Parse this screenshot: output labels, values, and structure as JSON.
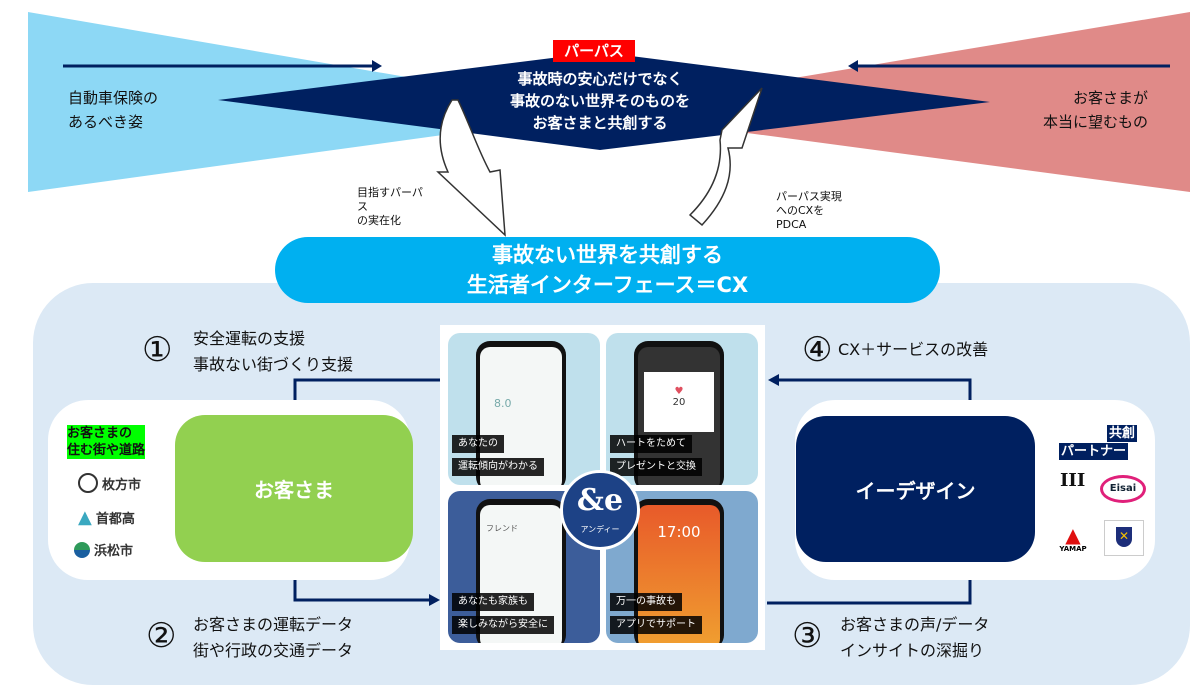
{
  "top": {
    "left_label": "自動車保険の\nあるべき姿",
    "right_label": "お客さまが\n本当に望むもの",
    "purpose_tag": "パーパス",
    "purpose_text": "事故時の安心だけでなく\n事故のない世界そのものを\nお客さまと共創する",
    "down_note": "目指すパーパ\nス\nの実在化",
    "up_note": "パーパス実現\nへのCXを\nPDCA",
    "pill_text": "事故ない世界を共創する\n生活者インターフェース＝CX"
  },
  "steps": [
    {
      "num": "①",
      "text": "安全運転の支援\n事故ない街づくり支援"
    },
    {
      "num": "②",
      "text": "お客さまの運転データ\n街や行政の交通データ"
    },
    {
      "num": "③",
      "text": "お客さまの声/データ\nインサイトの深掘り"
    },
    {
      "num": "④",
      "text": "CX＋サービスの改善"
    }
  ],
  "customer": {
    "label": "お客さま",
    "tag": "お客さまの\n住む街や道路",
    "logos": [
      "枚方市",
      "首都高",
      "浜松市"
    ]
  },
  "edesign": {
    "label": "イーデザイン",
    "tag_line1": "共創",
    "tag_line2": "パートナー",
    "logos": [
      "III",
      "Eisai",
      "YAMAP",
      "University"
    ]
  },
  "app": {
    "brand": "&e",
    "brand_sub": "アンディー",
    "panels": [
      {
        "cap1": "あなたの",
        "cap2": "運転傾向がわかる",
        "screen": "8.0"
      },
      {
        "cap1": "ハートをためて",
        "cap2": "プレゼントと交換",
        "screen": "20"
      },
      {
        "cap1": "あなたも家族も",
        "cap2": "楽しみながら安全に",
        "screen": "フレンド"
      },
      {
        "cap1": "万一の事故も",
        "cap2": "アプリでサポート",
        "screen": "17:00"
      }
    ]
  },
  "colors": {
    "navy": "#002060",
    "cyan": "#00b0f0",
    "green": "#92d050",
    "red": "#ff0000",
    "sky": "#8dd8f5",
    "rose": "#e08a88"
  }
}
